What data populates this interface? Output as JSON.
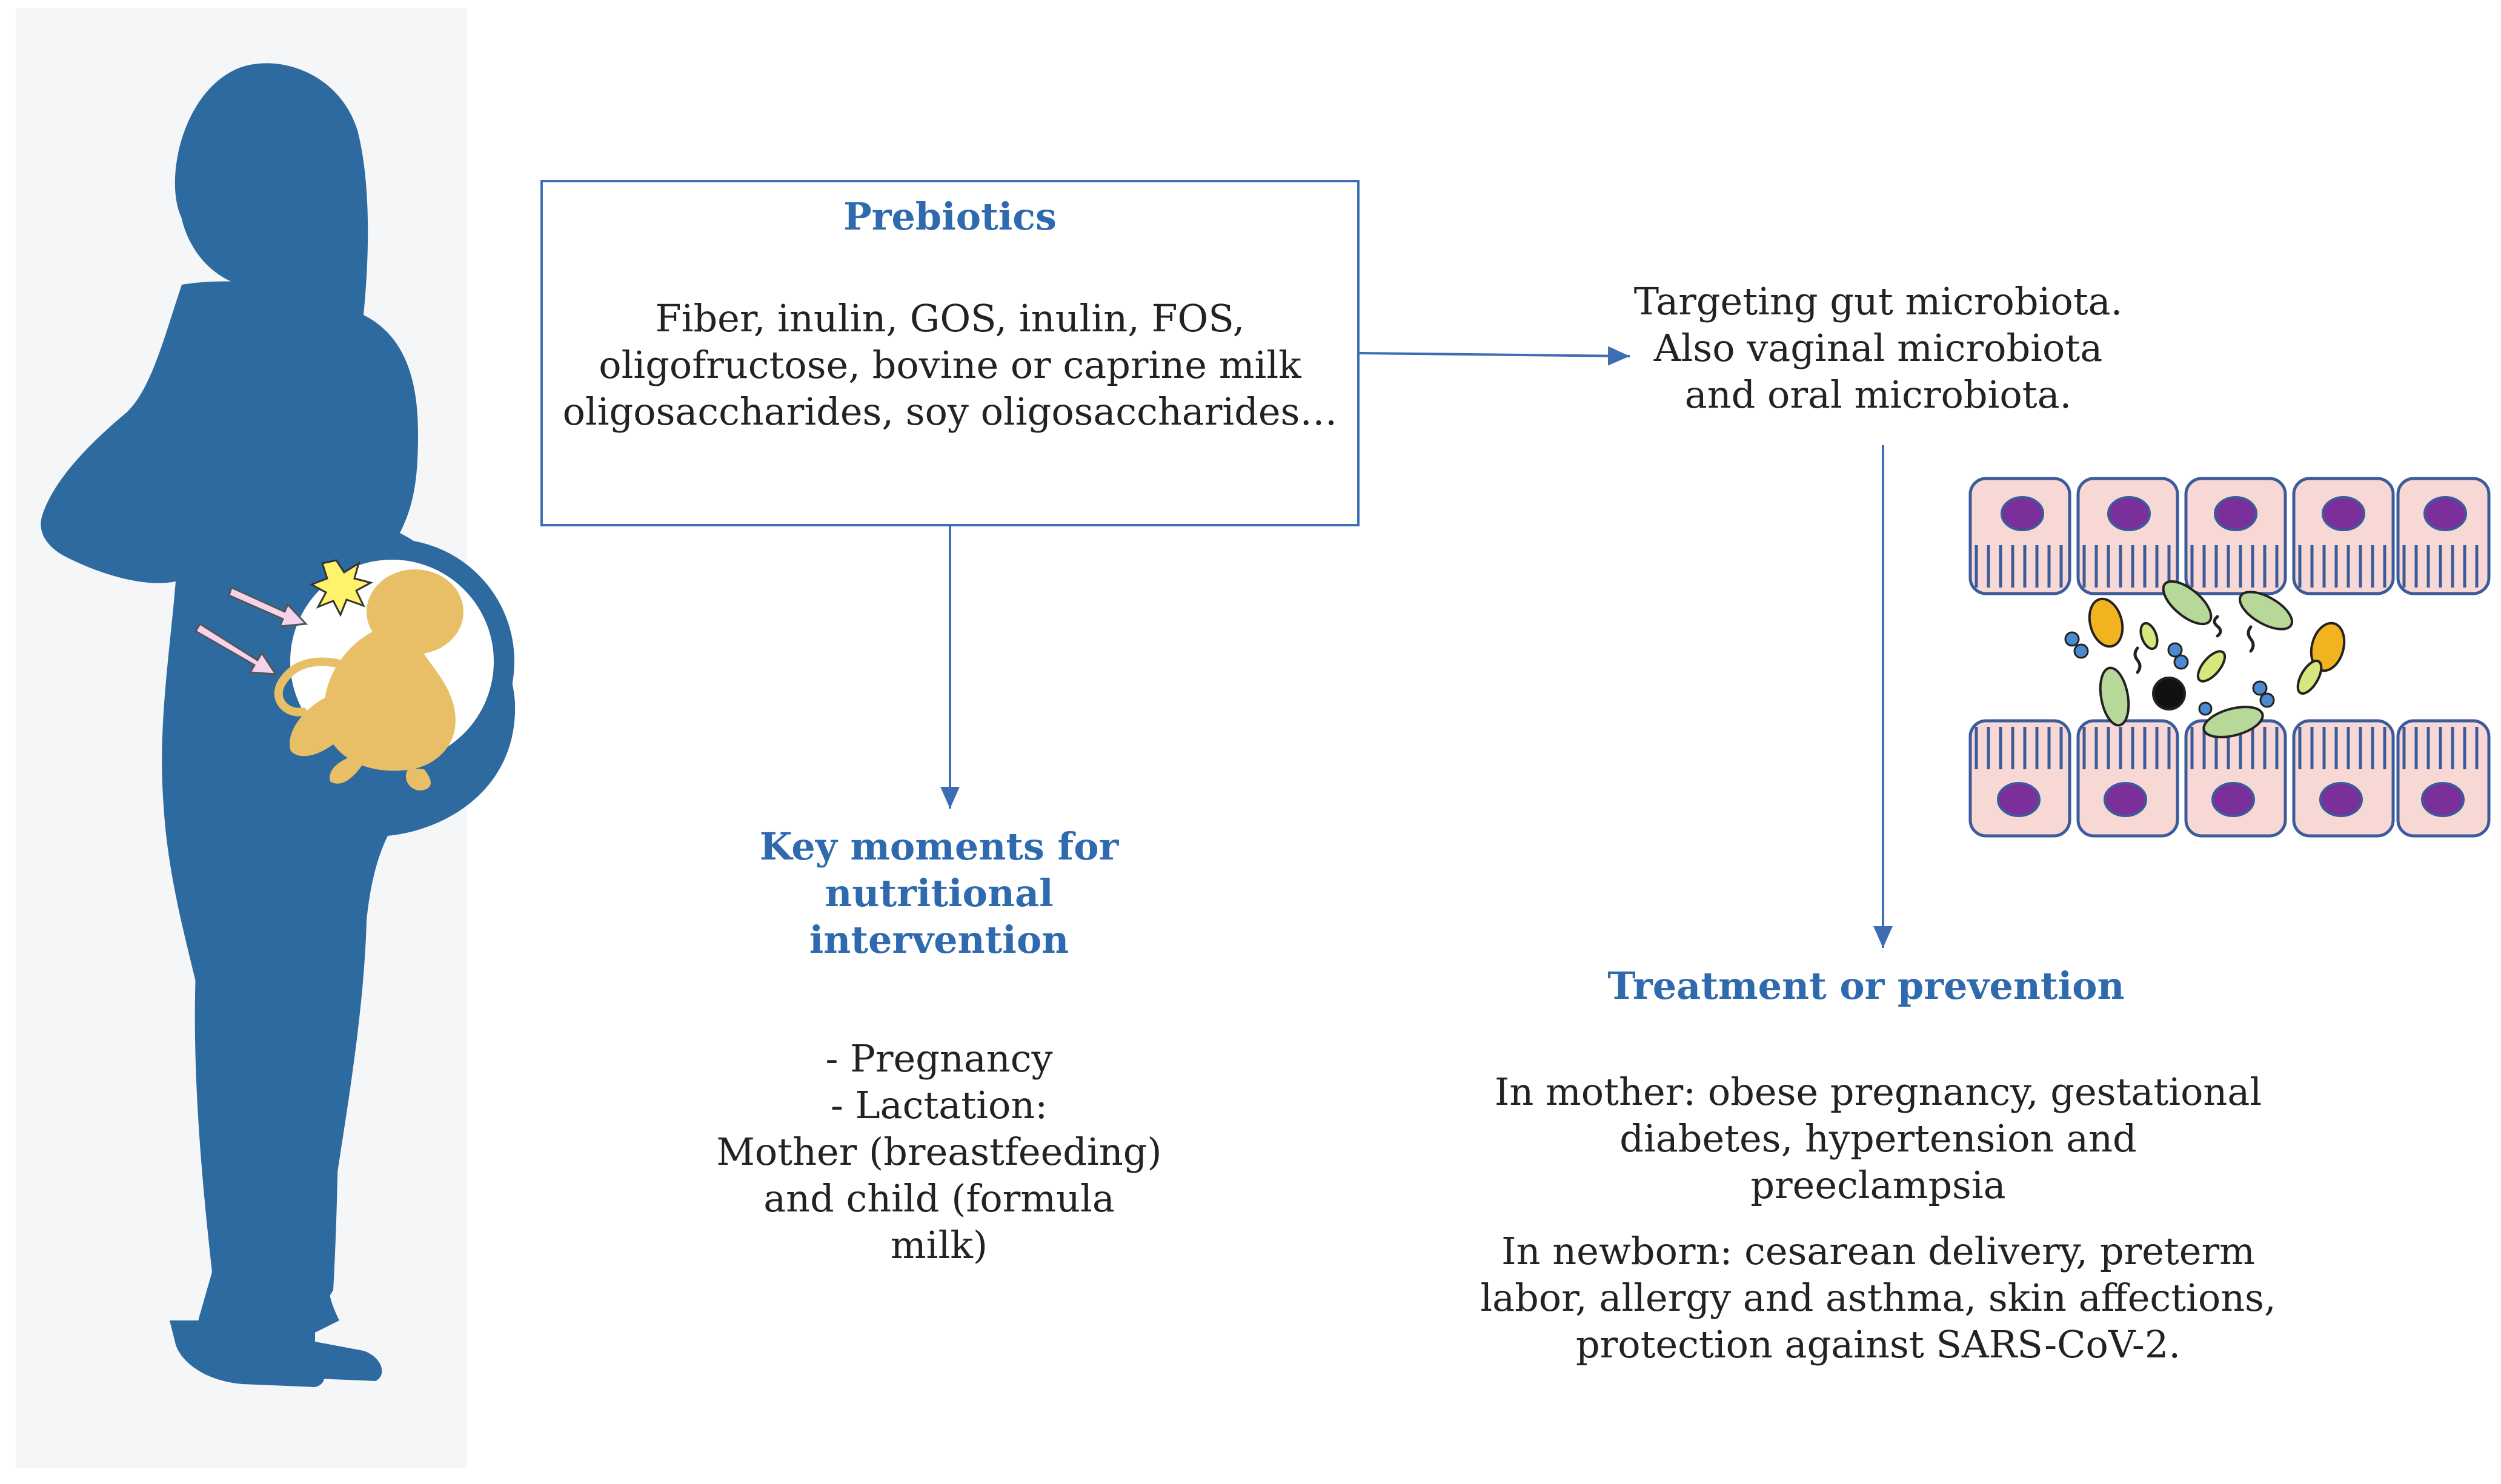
{
  "colors": {
    "accent": "#3d6db3",
    "heading": "#2e6aad",
    "silhouette": "#2d6a9f",
    "fetus": "#e8bf66",
    "cell_fill": "#f8d8d4",
    "nucleus": "#7b2f9a",
    "text": "#222222"
  },
  "prebiotics": {
    "title": "Prebiotics",
    "lines": [
      "Fiber, inulin,  GOS,  inulin,  FOS,",
      "oligofructose, bovine or caprine milk",
      "oligosaccharides, soy oligosaccharides…"
    ]
  },
  "targeting": {
    "lines": [
      "Targeting gut microbiota.",
      "Also vaginal microbiota",
      "and oral microbiota."
    ]
  },
  "key_moments": {
    "title_lines": [
      "Key moments for",
      "nutritional",
      "intervention"
    ],
    "lines": [
      "- Pregnancy",
      "- Lactation:",
      "Mother (breastfeeding)",
      "and child (formula",
      "milk)"
    ]
  },
  "treatment": {
    "title": "Treatment or prevention",
    "mother_lines": [
      "In mother: obese pregnancy, gestational",
      "diabetes, hypertension and preeclampsia"
    ],
    "newborn_lines": [
      "In newborn: cesarean delivery, preterm",
      "labor, allergy and asthma, skin affections,",
      "protection against SARS-CoV-2."
    ]
  },
  "icons": {
    "mother": "pregnant-woman-silhouette-icon",
    "fetus": "fetus-icon",
    "gut": "gut-epithelium-microbiota-icon"
  }
}
